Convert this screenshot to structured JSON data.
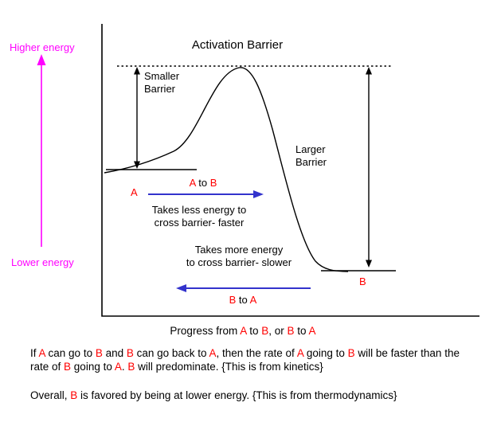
{
  "colors": {
    "red": "#ff0000",
    "magenta": "#ff00ff",
    "blue": "#3333cc",
    "black": "#000000"
  },
  "energy_scale": {
    "higher": "Higher energy",
    "lower": "Lower energy"
  },
  "diagram": {
    "title": "Activation Barrier",
    "smaller_barrier": "Smaller\nBarrier",
    "larger_barrier": "Larger\nBarrier",
    "state_a": "A",
    "state_b": "B",
    "a_to_b": [
      {
        "t": "A",
        "c": "red"
      },
      {
        "t": " to "
      },
      {
        "t": "B",
        "c": "red"
      }
    ],
    "b_to_a": [
      {
        "t": "B",
        "c": "red"
      },
      {
        "t": " to "
      },
      {
        "t": "A",
        "c": "red"
      }
    ],
    "takes_less": "Takes less energy to\ncross barrier- faster",
    "takes_more": "Takes more energy\nto cross barrier- slower"
  },
  "caption": {
    "progress": [
      {
        "t": "Progress from "
      },
      {
        "t": "A",
        "c": "red"
      },
      {
        "t": " to "
      },
      {
        "t": "B",
        "c": "red"
      },
      {
        "t": ", or "
      },
      {
        "t": "B",
        "c": "red"
      },
      {
        "t": " to "
      },
      {
        "t": "A",
        "c": "red"
      }
    ]
  },
  "notes": {
    "kinetics": [
      {
        "t": "If "
      },
      {
        "t": "A",
        "c": "red"
      },
      {
        "t": " can go to "
      },
      {
        "t": "B",
        "c": "red"
      },
      {
        "t": " and "
      },
      {
        "t": "B",
        "c": "red"
      },
      {
        "t": " can go back to "
      },
      {
        "t": "A",
        "c": "red"
      },
      {
        "t": ", then the rate of "
      },
      {
        "t": "A",
        "c": "red"
      },
      {
        "t": " going to "
      },
      {
        "t": "B",
        "c": "red"
      },
      {
        "t": " will be faster than the rate of "
      },
      {
        "t": "B",
        "c": "red"
      },
      {
        "t": " going to "
      },
      {
        "t": "A",
        "c": "red"
      },
      {
        "t": ". "
      },
      {
        "t": "B",
        "c": "red"
      },
      {
        "t": " will predominate. {This is from kinetics}"
      }
    ],
    "thermodynamics": [
      {
        "t": "Overall, "
      },
      {
        "t": "B",
        "c": "red"
      },
      {
        "t": " is favored by being at lower energy. {This is from thermodynamics}"
      }
    ]
  }
}
